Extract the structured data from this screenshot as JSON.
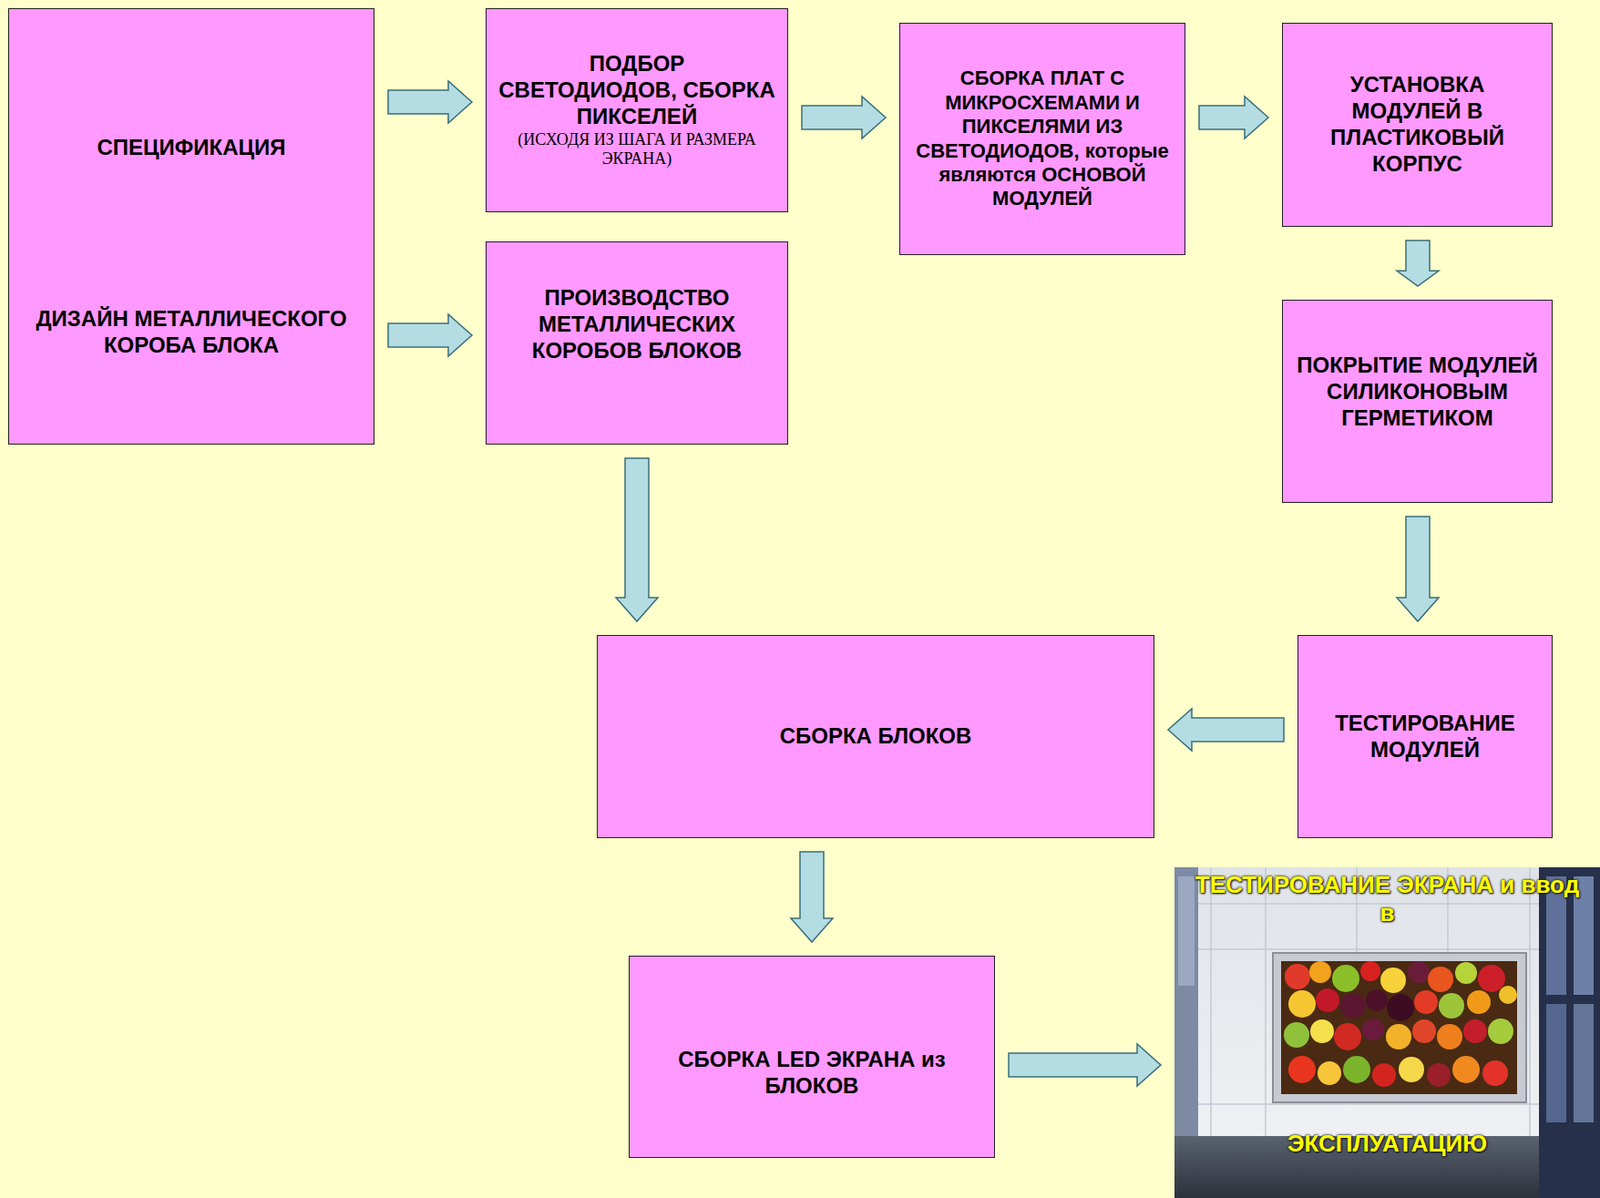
{
  "diagram": {
    "nodes": [
      {
        "text": [
          "СПЕЦИФИКАЦИЯ",
          "ДИЗАЙН МЕТАЛЛИЧЕСКОГО КОРОБА БЛОКА"
        ]
      },
      {
        "text": [
          "ПОДБОР СВЕТОДИОДОВ, СБОРКА ПИКСЕЛЕЙ",
          "(ИСХОДЯ ИЗ ШАГА И РАЗМЕРА ЭКРАНА)"
        ]
      },
      {
        "text": [
          "СБОРКА ПЛАТ С МИКРОСХЕМАМИ И ПИКСЕЛЯМИ ИЗ СВЕТОДИОДОВ, которые являются ОСНОВОЙ МОДУЛЕЙ"
        ]
      },
      {
        "text": [
          "УСТАНОВКА МОДУЛЕЙ В ПЛАСТИКОВЫЙ КОРПУС"
        ]
      },
      {
        "text": [
          "ПРОИЗВОДСТВО МЕТАЛЛИЧЕСКИХ КОРОБОВ БЛОКОВ"
        ]
      },
      {
        "text": [
          "ПОКРЫТИЕ МОДУЛЕЙ СИЛИКОНОВЫМ ГЕРМЕТИКОМ"
        ]
      },
      {
        "text": [
          "ТЕСТИРОВАНИЕ МОДУЛЕЙ"
        ]
      },
      {
        "text": [
          "СБОРКА БЛОКОВ"
        ]
      },
      {
        "text": [
          "СБОРКА LED ЭКРАНА из БЛОКОВ"
        ]
      },
      {
        "text": [
          "ТЕСТИРОВАНИЕ ЭКРАНА и ввод в",
          "ЭКСПЛУАТАЦИЮ"
        ]
      }
    ],
    "edges": [
      {
        "from": 0,
        "to": 1,
        "arrow": "to"
      },
      {
        "from": 0,
        "to": 4,
        "arrow": "to"
      },
      {
        "from": 1,
        "to": 2,
        "arrow": "to"
      },
      {
        "from": 2,
        "to": 3,
        "arrow": "to"
      },
      {
        "from": 3,
        "to": 5,
        "arrow": "to"
      },
      {
        "from": 5,
        "to": 6,
        "arrow": "to"
      },
      {
        "from": 6,
        "to": 7,
        "arrow": "to"
      },
      {
        "from": 4,
        "to": 7,
        "arrow": "to"
      },
      {
        "from": 7,
        "to": 8,
        "arrow": "to"
      },
      {
        "from": 8,
        "to": 9,
        "arrow": "to"
      }
    ]
  }
}
